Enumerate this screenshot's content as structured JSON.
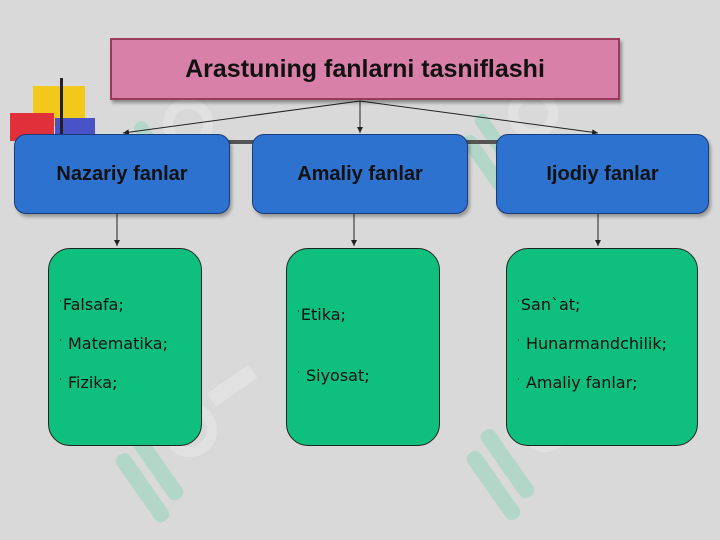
{
  "title": "Arastuning fanlarni tasniflashi",
  "categories": [
    {
      "label": "Nazariy fanlar",
      "items": [
        "Falsafa;",
        "Matematika;",
        "Fizika;"
      ]
    },
    {
      "label": "Amaliy fanlar",
      "items": [
        "Etika;",
        "Siyosat;"
      ]
    },
    {
      "label": "Ijodiy fanlar",
      "items": [
        "San`at;",
        "Hunarmandchilik;",
        "Amaliy fanlar;"
      ]
    }
  ],
  "bullet_glyph": "·",
  "colors": {
    "background": "#d9d9d9",
    "title_fill": "#d980a8",
    "category_fill": "#2e72d0",
    "item_fill": "#0fbf7e",
    "watermark": "#2ecf8f"
  },
  "icons": [
    "soft-watermark-icon",
    "corner-decoration-icon"
  ]
}
